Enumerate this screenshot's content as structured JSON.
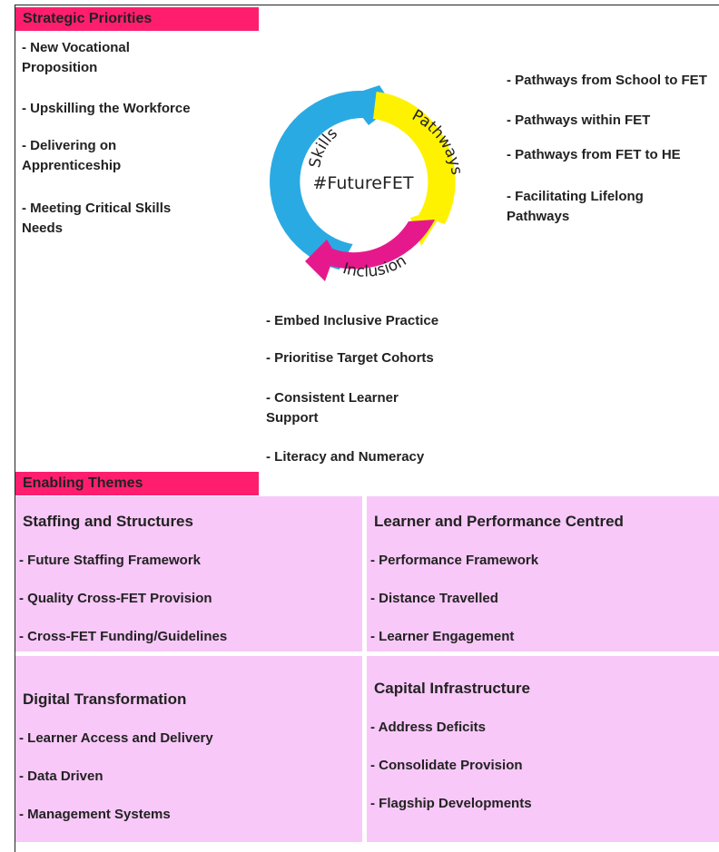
{
  "strategic": {
    "header": "Strategic Priorities",
    "skills_items": [
      "- New Vocational Proposition",
      "- Upskilling the Workforce",
      "- Delivering on Apprenticeship",
      "- Meeting Critical Skills Needs"
    ],
    "pathways_items": [
      "- Pathways from School to FET",
      "- Pathways within FET",
      "- Pathways from FET to HE",
      "- Facilitating Lifelong Pathways"
    ],
    "inclusion_items": [
      "- Embed Inclusive Practice",
      "- Prioritise Target Cohorts",
      "- Consistent Learner Support",
      "- Literacy and Numeracy"
    ]
  },
  "cycle": {
    "center": "#FutureFET",
    "skills": "Skills",
    "pathways": "Pathways",
    "inclusion": "Inclusion",
    "colors": {
      "skills": "#2aaae2",
      "pathways": "#fff200",
      "inclusion": "#e6198c"
    }
  },
  "enabling": {
    "header": "Enabling Themes",
    "themes": [
      {
        "title": "Staffing and Structures",
        "items": [
          "- Future Staffing Framework",
          "- Quality Cross-FET Provision",
          "- Cross-FET Funding/Guidelines"
        ]
      },
      {
        "title": "Learner and Performance Centred",
        "items": [
          "- Performance Framework",
          "- Distance Travelled",
          "- Learner Engagement"
        ]
      },
      {
        "title": "Digital Transformation",
        "items": [
          "- Learner Access and Delivery",
          "- Data Driven",
          "- Management Systems"
        ]
      },
      {
        "title": "Capital Infrastructure",
        "items": [
          "- Address Deficits",
          "- Consolidate Provision",
          "- Flagship Developments"
        ]
      }
    ]
  },
  "colors": {
    "header_bar": "#ff1e6e",
    "theme_box": "#f8c8f8"
  }
}
